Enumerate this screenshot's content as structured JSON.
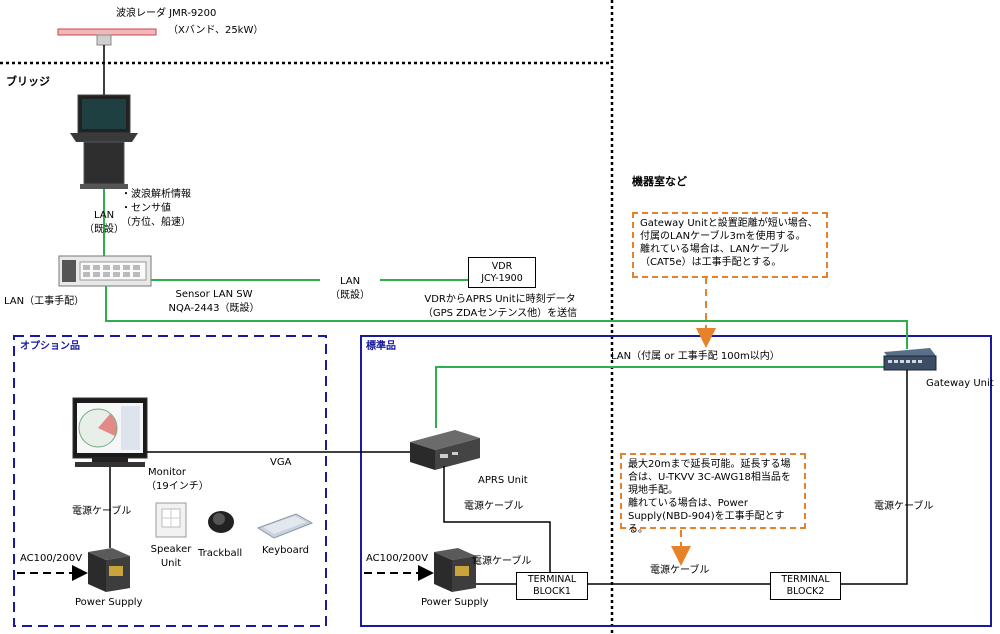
{
  "radar": {
    "name": "波浪レーダ JMR-9200",
    "spec": "（Xバンド、25kW）"
  },
  "zones": {
    "bridge": "ブリッジ",
    "machine": "機器室など",
    "option": "オプション品",
    "standard": "標準品"
  },
  "bridge_info": {
    "line1": "・波浪解析情報",
    "line2": "・センサ値",
    "line3": "（方位、船速）"
  },
  "lan_existing": {
    "l1": "LAN",
    "l2": "（既設）"
  },
  "lan_work": "LAN（工事手配）",
  "sensor_sw": {
    "name": "Sensor LAN SW",
    "model": "NQA-2443（既設）"
  },
  "lan_mid": {
    "l1": "LAN",
    "l2": "（既設）"
  },
  "vdr": {
    "name": "VDR",
    "model": "JCY-1900"
  },
  "vdr_note": {
    "l1": "VDRからAPRS Unitに時刻データ",
    "l2": "（GPS ZDAセンテンス他）を送信"
  },
  "note_gateway": "Gateway Unitと設置距離が短い場合、\n付属のLANケーブル3mを使用する。\n離れている場合は、LANケーブル\n（CAT5e）は工事手配とする。",
  "lan_gateway": "LAN（付属 or 工事手配 100m以内）",
  "gateway": "Gateway Unit",
  "monitor": {
    "l1": "Monitor",
    "l2": "（19インチ）"
  },
  "vga": "VGA",
  "aprs": "APRS Unit",
  "note_power": "最大20mまで延長可能。延長する場\n合は、U-TKVV 3C-AWG18相当品を\n現地手配。\n離れている場合は、Power\nSupply(NBD-904)を工事手配とする。",
  "power_cable": "電源ケーブル",
  "speaker": {
    "l1": "Speaker",
    "l2": "Unit"
  },
  "trackball": "Trackball",
  "keyboard": "Keyboard",
  "ac": "AC100/200V",
  "power_supply": "Power Supply",
  "tb1": {
    "l1": "TERMINAL",
    "l2": "BLOCK1"
  },
  "tb2": {
    "l1": "TERMINAL",
    "l2": "BLOCK2"
  },
  "colors": {
    "lan_line": "#2db04b",
    "zone_border": "#1a1aa0",
    "note_border": "#e8822a",
    "arrow": "#e8822a"
  }
}
